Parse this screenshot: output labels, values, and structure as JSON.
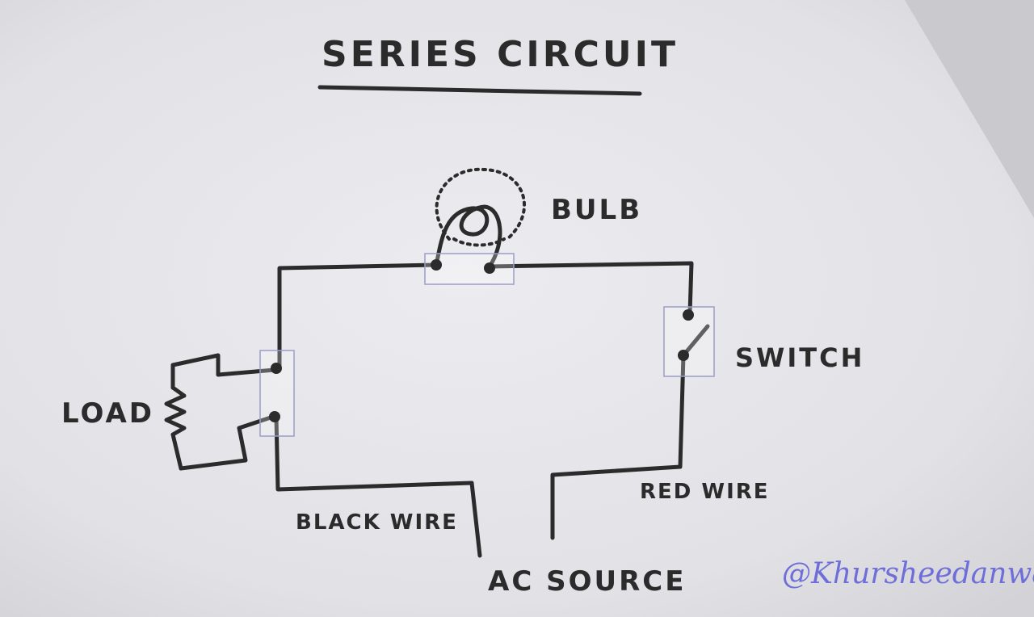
{
  "title": "SERIES CIRCUIT",
  "labels": {
    "bulb": "BULB",
    "switch": "SWITCH",
    "load": "LOAD",
    "black_wire": "BLACK WIRE",
    "red_wire": "RED WIRE",
    "ac_source": "AC SOURCE"
  },
  "watermark": "@Khursheedanwar",
  "colors": {
    "ink": "#2b2b2b",
    "paper": "#e6e6ea",
    "tape": "#9c9cc8",
    "watermark": "#6e6ed8"
  }
}
